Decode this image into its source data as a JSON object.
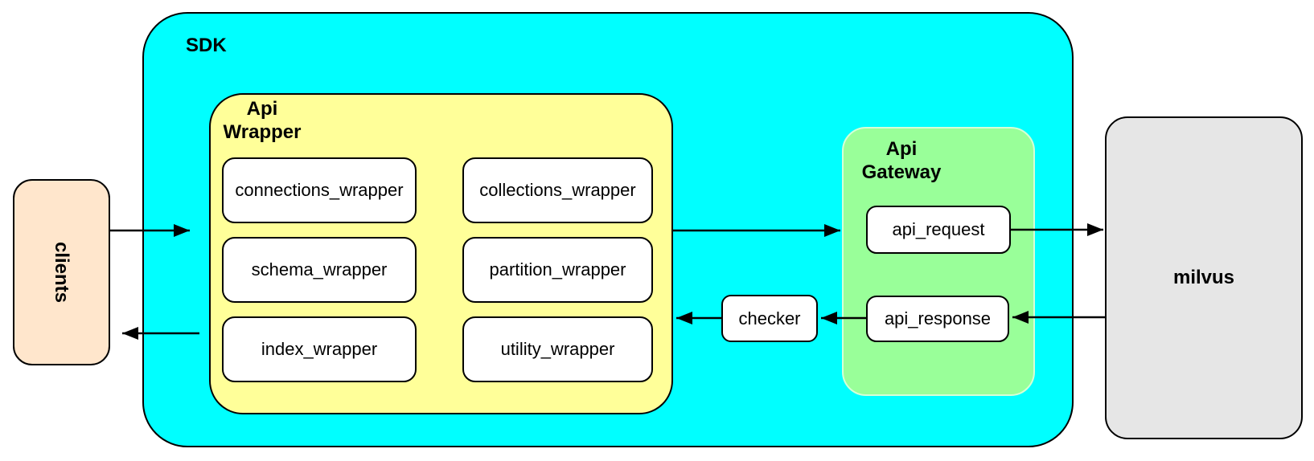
{
  "colors": {
    "sdk_fill": "#00ffff",
    "api_wrapper_fill": "#ffff99",
    "api_gateway_fill": "#99ff99",
    "clients_fill": "#ffe6cc",
    "milvus_fill": "#e6e6e6",
    "node_fill": "#ffffff",
    "border": "#000000"
  },
  "nodes": {
    "clients": "clients",
    "sdk": "SDK",
    "api_wrapper": {
      "line1": "Api",
      "line2": "Wrapper"
    },
    "modules": [
      "connections_wrapper",
      "collections_wrapper",
      "schema_wrapper",
      "partition_wrapper",
      "index_wrapper",
      "utility_wrapper"
    ],
    "checker": "checker",
    "api_gateway": {
      "line1": "Api",
      "line2": "Gateway"
    },
    "api_request": "api_request",
    "api_response": "api_response",
    "milvus": "milvus"
  },
  "connections": [
    {
      "from": "clients",
      "to": "api_wrapper"
    },
    {
      "from": "api_wrapper",
      "to": "clients"
    },
    {
      "from": "api_wrapper",
      "to": "api_gateway"
    },
    {
      "from": "api_request",
      "to": "milvus"
    },
    {
      "from": "milvus",
      "to": "api_response"
    },
    {
      "from": "api_response",
      "to": "checker"
    },
    {
      "from": "checker",
      "to": "api_wrapper"
    }
  ]
}
